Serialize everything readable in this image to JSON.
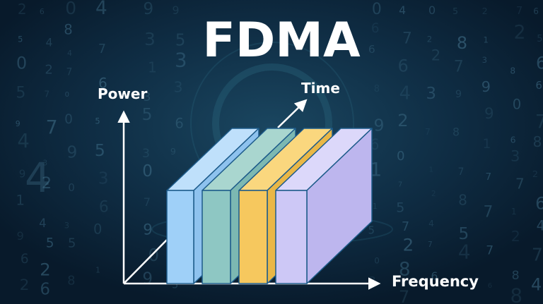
{
  "title": "FDMA",
  "axes": {
    "y_label": "Power",
    "time_label": "Time",
    "x_label": "Frequency"
  },
  "blocks": [
    {
      "name": "channel-block-1",
      "front": "#9fd0f8",
      "top": "#bfe0fb",
      "side": "#8ec2ee",
      "stroke": "#1d5b8a"
    },
    {
      "name": "channel-block-2",
      "front": "#8ec7c3",
      "top": "#a9d6cf",
      "side": "#7cb8b2",
      "stroke": "#1d5b8a"
    },
    {
      "name": "channel-block-3",
      "front": "#f6c85e",
      "top": "#fad77e",
      "side": "#e9b746",
      "stroke": "#1d5b8a"
    },
    {
      "name": "channel-block-4",
      "front": "#cdc8f6",
      "top": "#dcd8fa",
      "side": "#bdb6ee",
      "stroke": "#1d5b8a"
    }
  ],
  "colors": {
    "background": "#0b2236",
    "text": "#ffffff",
    "axis": "#ffffff"
  }
}
